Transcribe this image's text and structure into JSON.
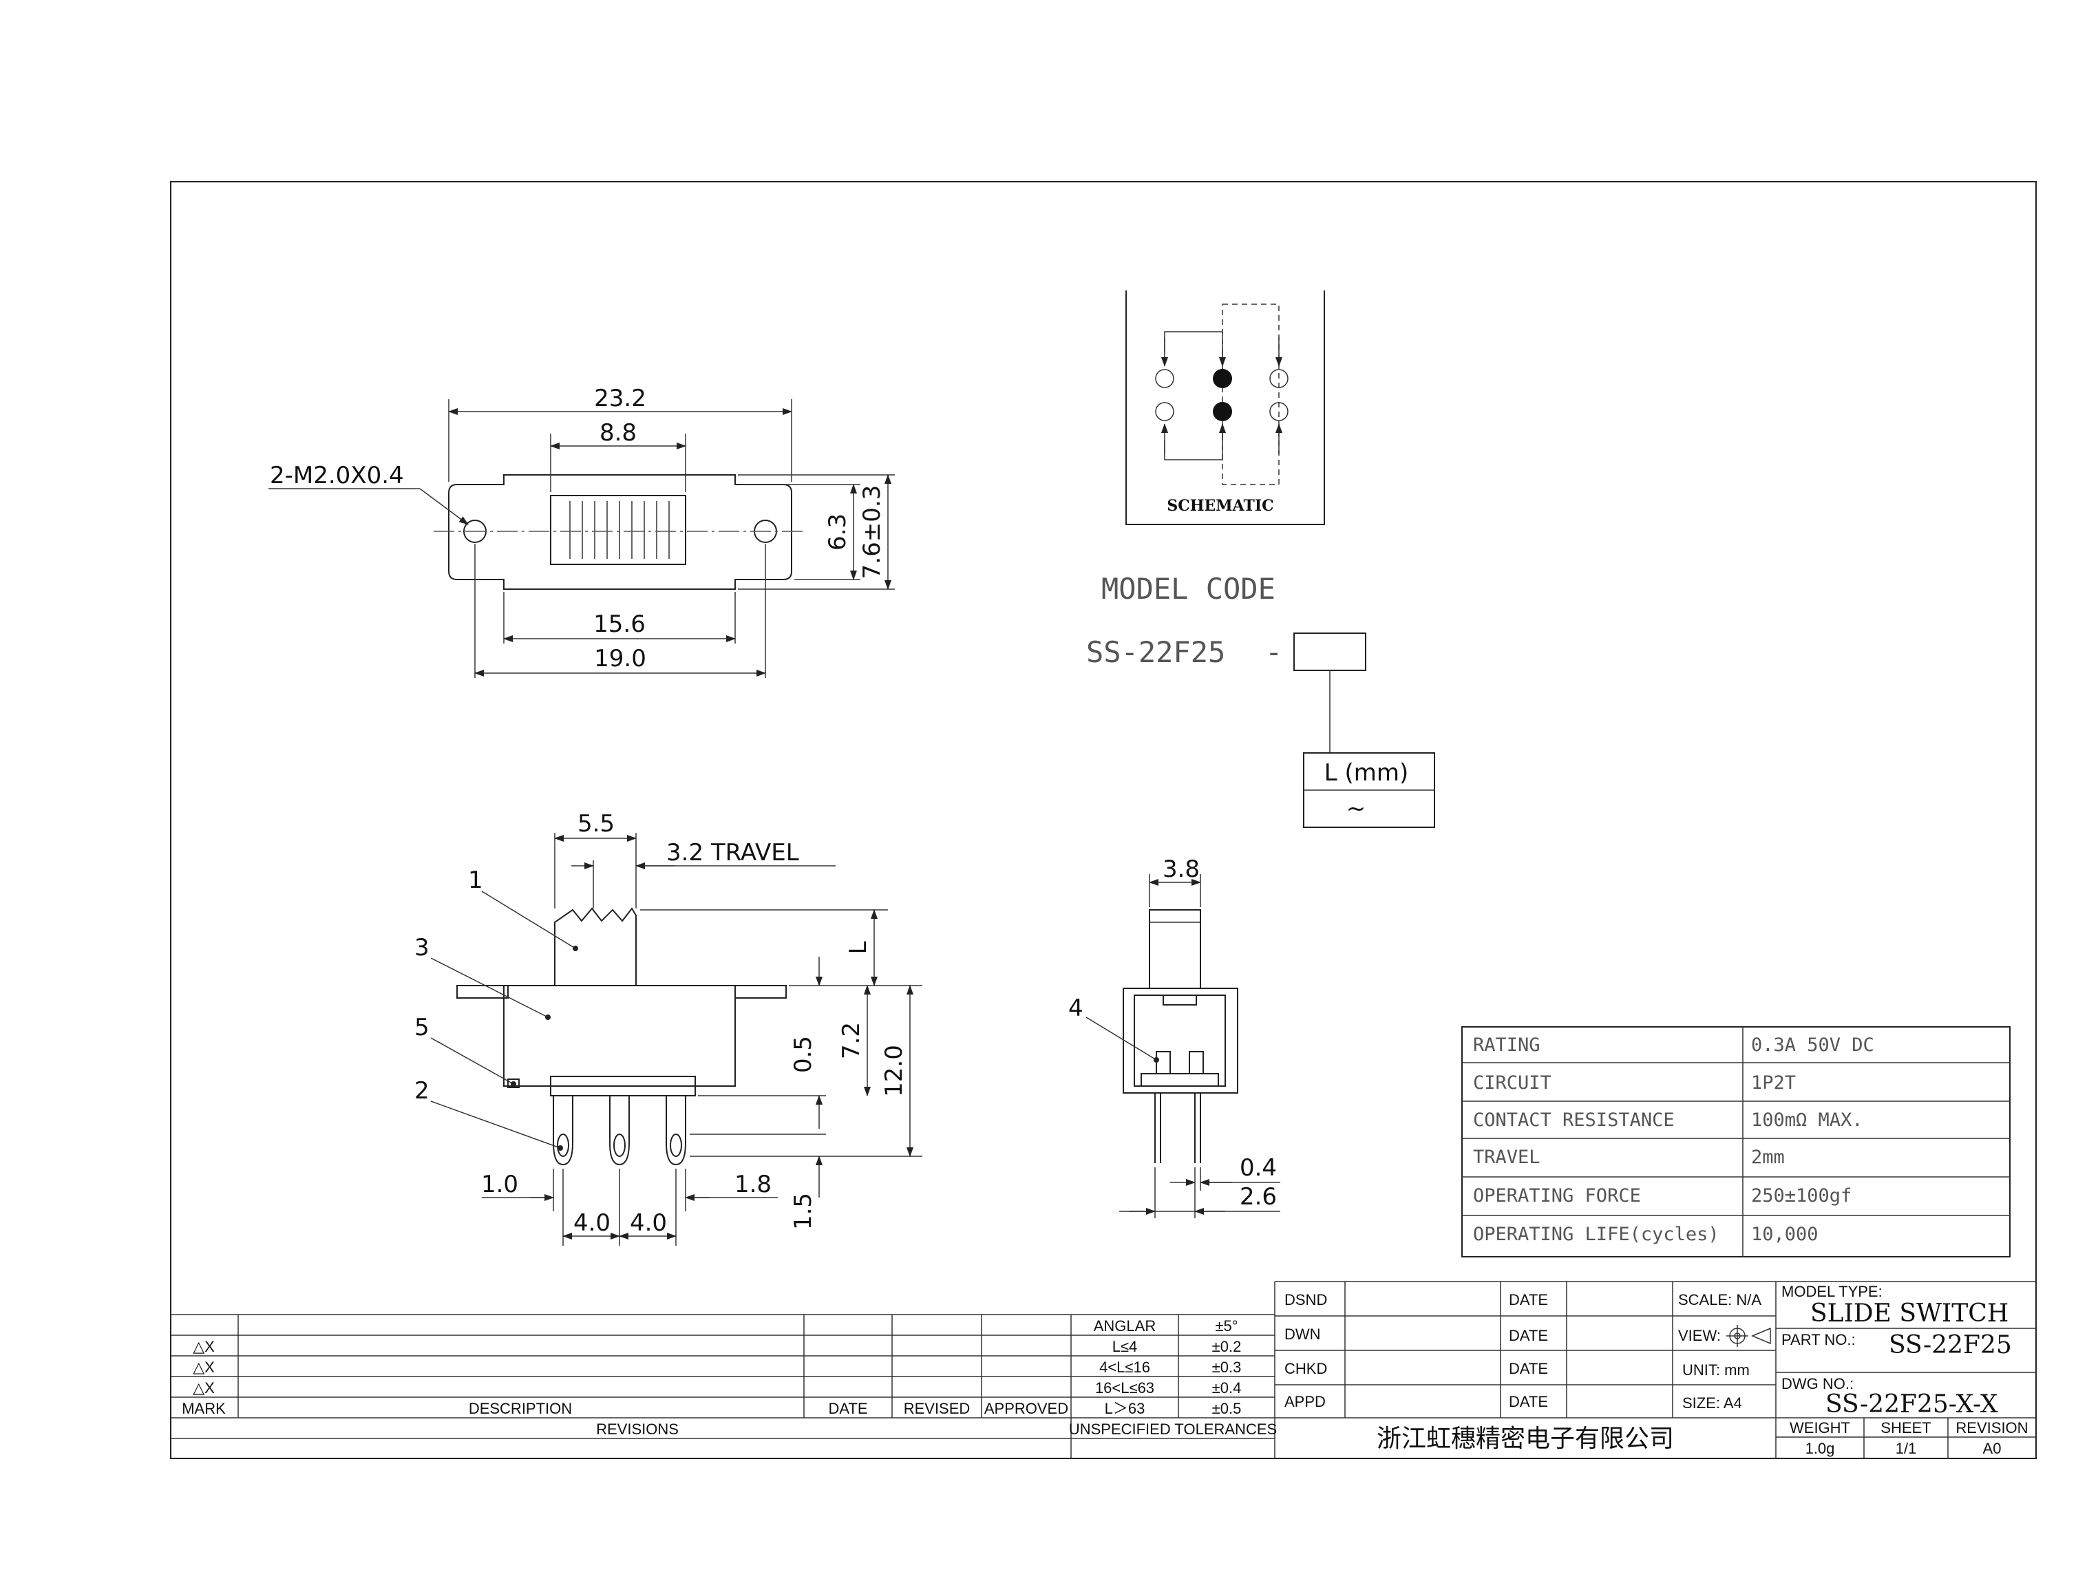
{
  "top_view": {
    "dims": {
      "overall_length": "23.2",
      "actuator_width": "8.8",
      "body_length": "15.6",
      "hole_pitch": "19.0",
      "body_height": "6.3",
      "plate_height": "7.6±0.3"
    },
    "hole_callout": "2-M2.0X0.4"
  },
  "side_view": {
    "dims": {
      "actuator_width": "5.5",
      "travel": "3.2 TRAVEL",
      "actuator_l": "L",
      "d_0_5": "0.5",
      "d_7_2": "7.2",
      "d_12_0": "12.0",
      "d_1_5": "1.5",
      "d_1_0": "1.0",
      "d_1_8": "1.8",
      "pitch_1": "4.0",
      "pitch_2": "4.0"
    },
    "part_labels": [
      "1",
      "3",
      "5",
      "2"
    ]
  },
  "end_view": {
    "dims": {
      "actuator_width": "3.8",
      "pin_thickness": "0.4",
      "pin_spacing": "2.6"
    },
    "part_label": "4"
  },
  "schematic": {
    "label": "SCHEMATIC"
  },
  "model_code": {
    "title": "MODEL CODE",
    "code": "SS-22F25",
    "dash": "-",
    "l_header": "L (mm)",
    "l_value": "~"
  },
  "specs": [
    {
      "label": "RATING",
      "value": "0.3A 50V DC"
    },
    {
      "label": "CIRCUIT",
      "value": "1P2T"
    },
    {
      "label": "CONTACT RESISTANCE",
      "value": "100mΩ MAX."
    },
    {
      "label": "TRAVEL",
      "value": "2mm"
    },
    {
      "label": "OPERATING FORCE",
      "value": "250±100gf"
    },
    {
      "label": "OPERATING LIFE(cycles)",
      "value": "10,000"
    }
  ],
  "revisions": {
    "marks": [
      "△X",
      "△X",
      "△X"
    ],
    "headers": {
      "mark": "MARK",
      "description": "DESCRIPTION",
      "date": "DATE",
      "revised": "REVISED",
      "approved": "APPROVED"
    },
    "footer": "REVISIONS"
  },
  "tolerances": {
    "rows": [
      {
        "range": "ANGLAR",
        "value": "±5°"
      },
      {
        "range": "L≤4",
        "value": "±0.2"
      },
      {
        "range": "4<L≤16",
        "value": "±0.3"
      },
      {
        "range": "16<L≤63",
        "value": "±0.4"
      },
      {
        "range": "L＞63",
        "value": "±0.5"
      }
    ],
    "footer": "UNSPECIFIED TOLERANCES"
  },
  "title_block": {
    "roles": [
      "DSND",
      "DWN",
      "CHKD",
      "APPD"
    ],
    "date_label": "DATE",
    "scale": "SCALE: N/A",
    "view": "VIEW:",
    "unit": "UNIT: mm",
    "size": "SIZE: A4",
    "model_type_label": "MODEL TYPE:",
    "model_type": "SLIDE SWITCH",
    "part_no_label": "PART NO.:",
    "part_no": "SS-22F25",
    "dwg_no_label": "DWG NO.:",
    "dwg_no": "SS-22F25-X-X",
    "company": "浙江虹穗精密电子有限公司",
    "weight_label": "WEIGHT",
    "weight": "1.0g",
    "sheet_label": "SHEET",
    "sheet": "1/1",
    "revision_label": "REVISION",
    "revision": "A0"
  }
}
